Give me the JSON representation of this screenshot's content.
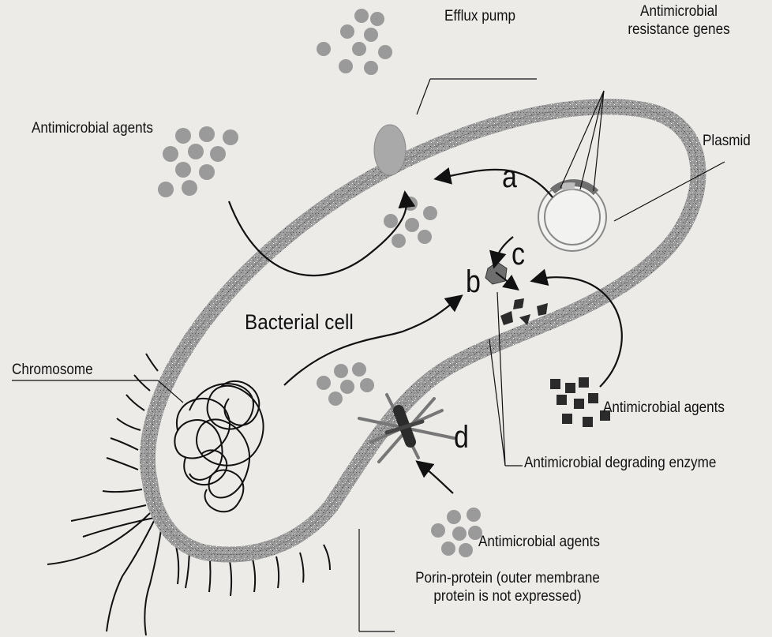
{
  "labels": {
    "efflux_pump": "Efflux pump",
    "resistance_genes_line1": "Antimicrobial",
    "resistance_genes_line2": "resistance genes",
    "plasmid": "Plasmid",
    "agents_top_left": "Antimicrobial agents",
    "bacterial_cell": "Bacterial cell",
    "chromosome": "Chromosome",
    "agents_right": "Antimicrobial agents",
    "degrading_enzyme": "Antimicrobial degrading enzyme",
    "agents_bottom": "Antimicrobial agents",
    "porin_line1": "Porin-protein (outer membrane",
    "porin_line2": "protein is not expressed)"
  },
  "mechanism_letters": {
    "a": "a",
    "b": "b",
    "c": "c",
    "d": "d"
  },
  "colors": {
    "background": "#ecebe8",
    "membrane": "#8f8f8f",
    "particles": "#9a9a9a",
    "squares": "#2b2b2b",
    "ink": "#111111"
  }
}
